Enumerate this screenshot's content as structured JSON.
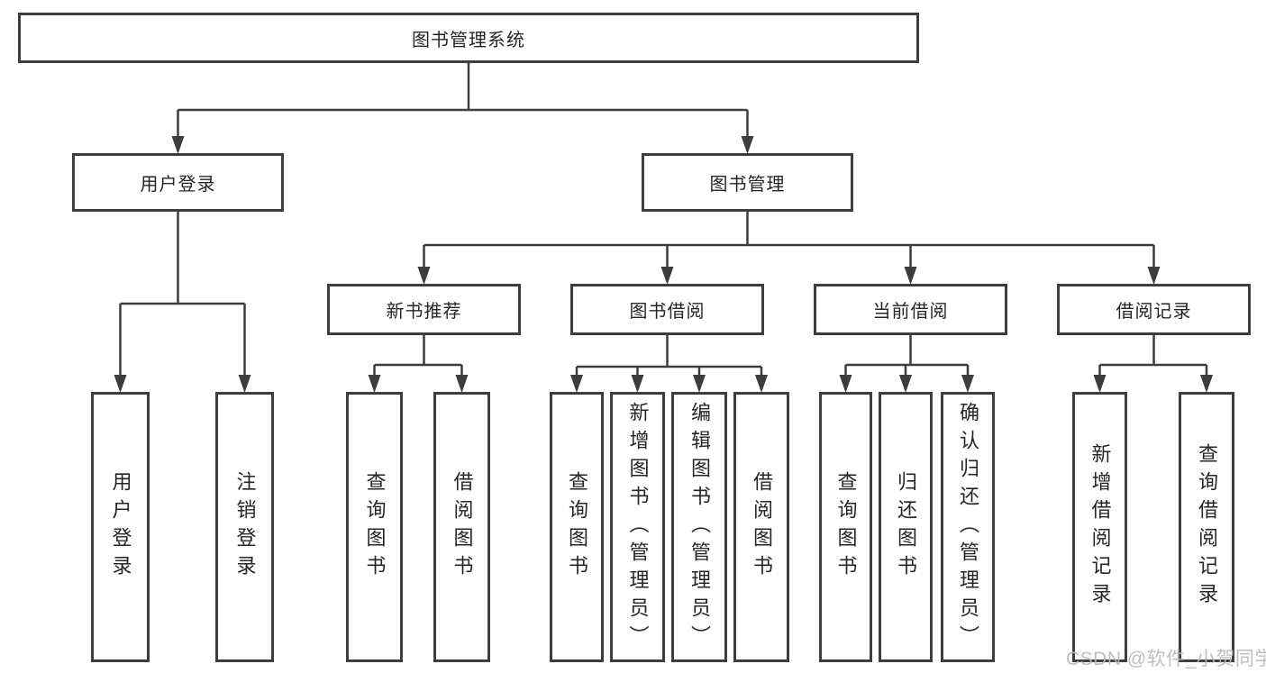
{
  "diagram": {
    "root": {
      "label": "图书管理系统"
    },
    "level2": [
      {
        "label": "用户登录"
      },
      {
        "label": "图书管理"
      }
    ],
    "level3": [
      {
        "label": "新书推荐"
      },
      {
        "label": "图书借阅"
      },
      {
        "label": "当前借阅"
      },
      {
        "label": "借阅记录"
      }
    ],
    "leaves": [
      {
        "label": "用户登录"
      },
      {
        "label": "注销登录"
      },
      {
        "label": "查询图书"
      },
      {
        "label": "借阅图书"
      },
      {
        "label": "查询图书"
      },
      {
        "label": "新增图书（管理员）"
      },
      {
        "label": "编辑图书（管理员）"
      },
      {
        "label": "借阅图书"
      },
      {
        "label": "查询图书"
      },
      {
        "label": "归还图书"
      },
      {
        "label": "确认归还（管理员）"
      },
      {
        "label": "新增借阅记录"
      },
      {
        "label": "查询借阅记录"
      }
    ]
  },
  "watermark": {
    "text": "CSDN @软件_小贺同学"
  },
  "colors": {
    "line": "#3d3d3d",
    "text": "#262626",
    "watermark": "#b9b9b9",
    "background": "#ffffff"
  }
}
